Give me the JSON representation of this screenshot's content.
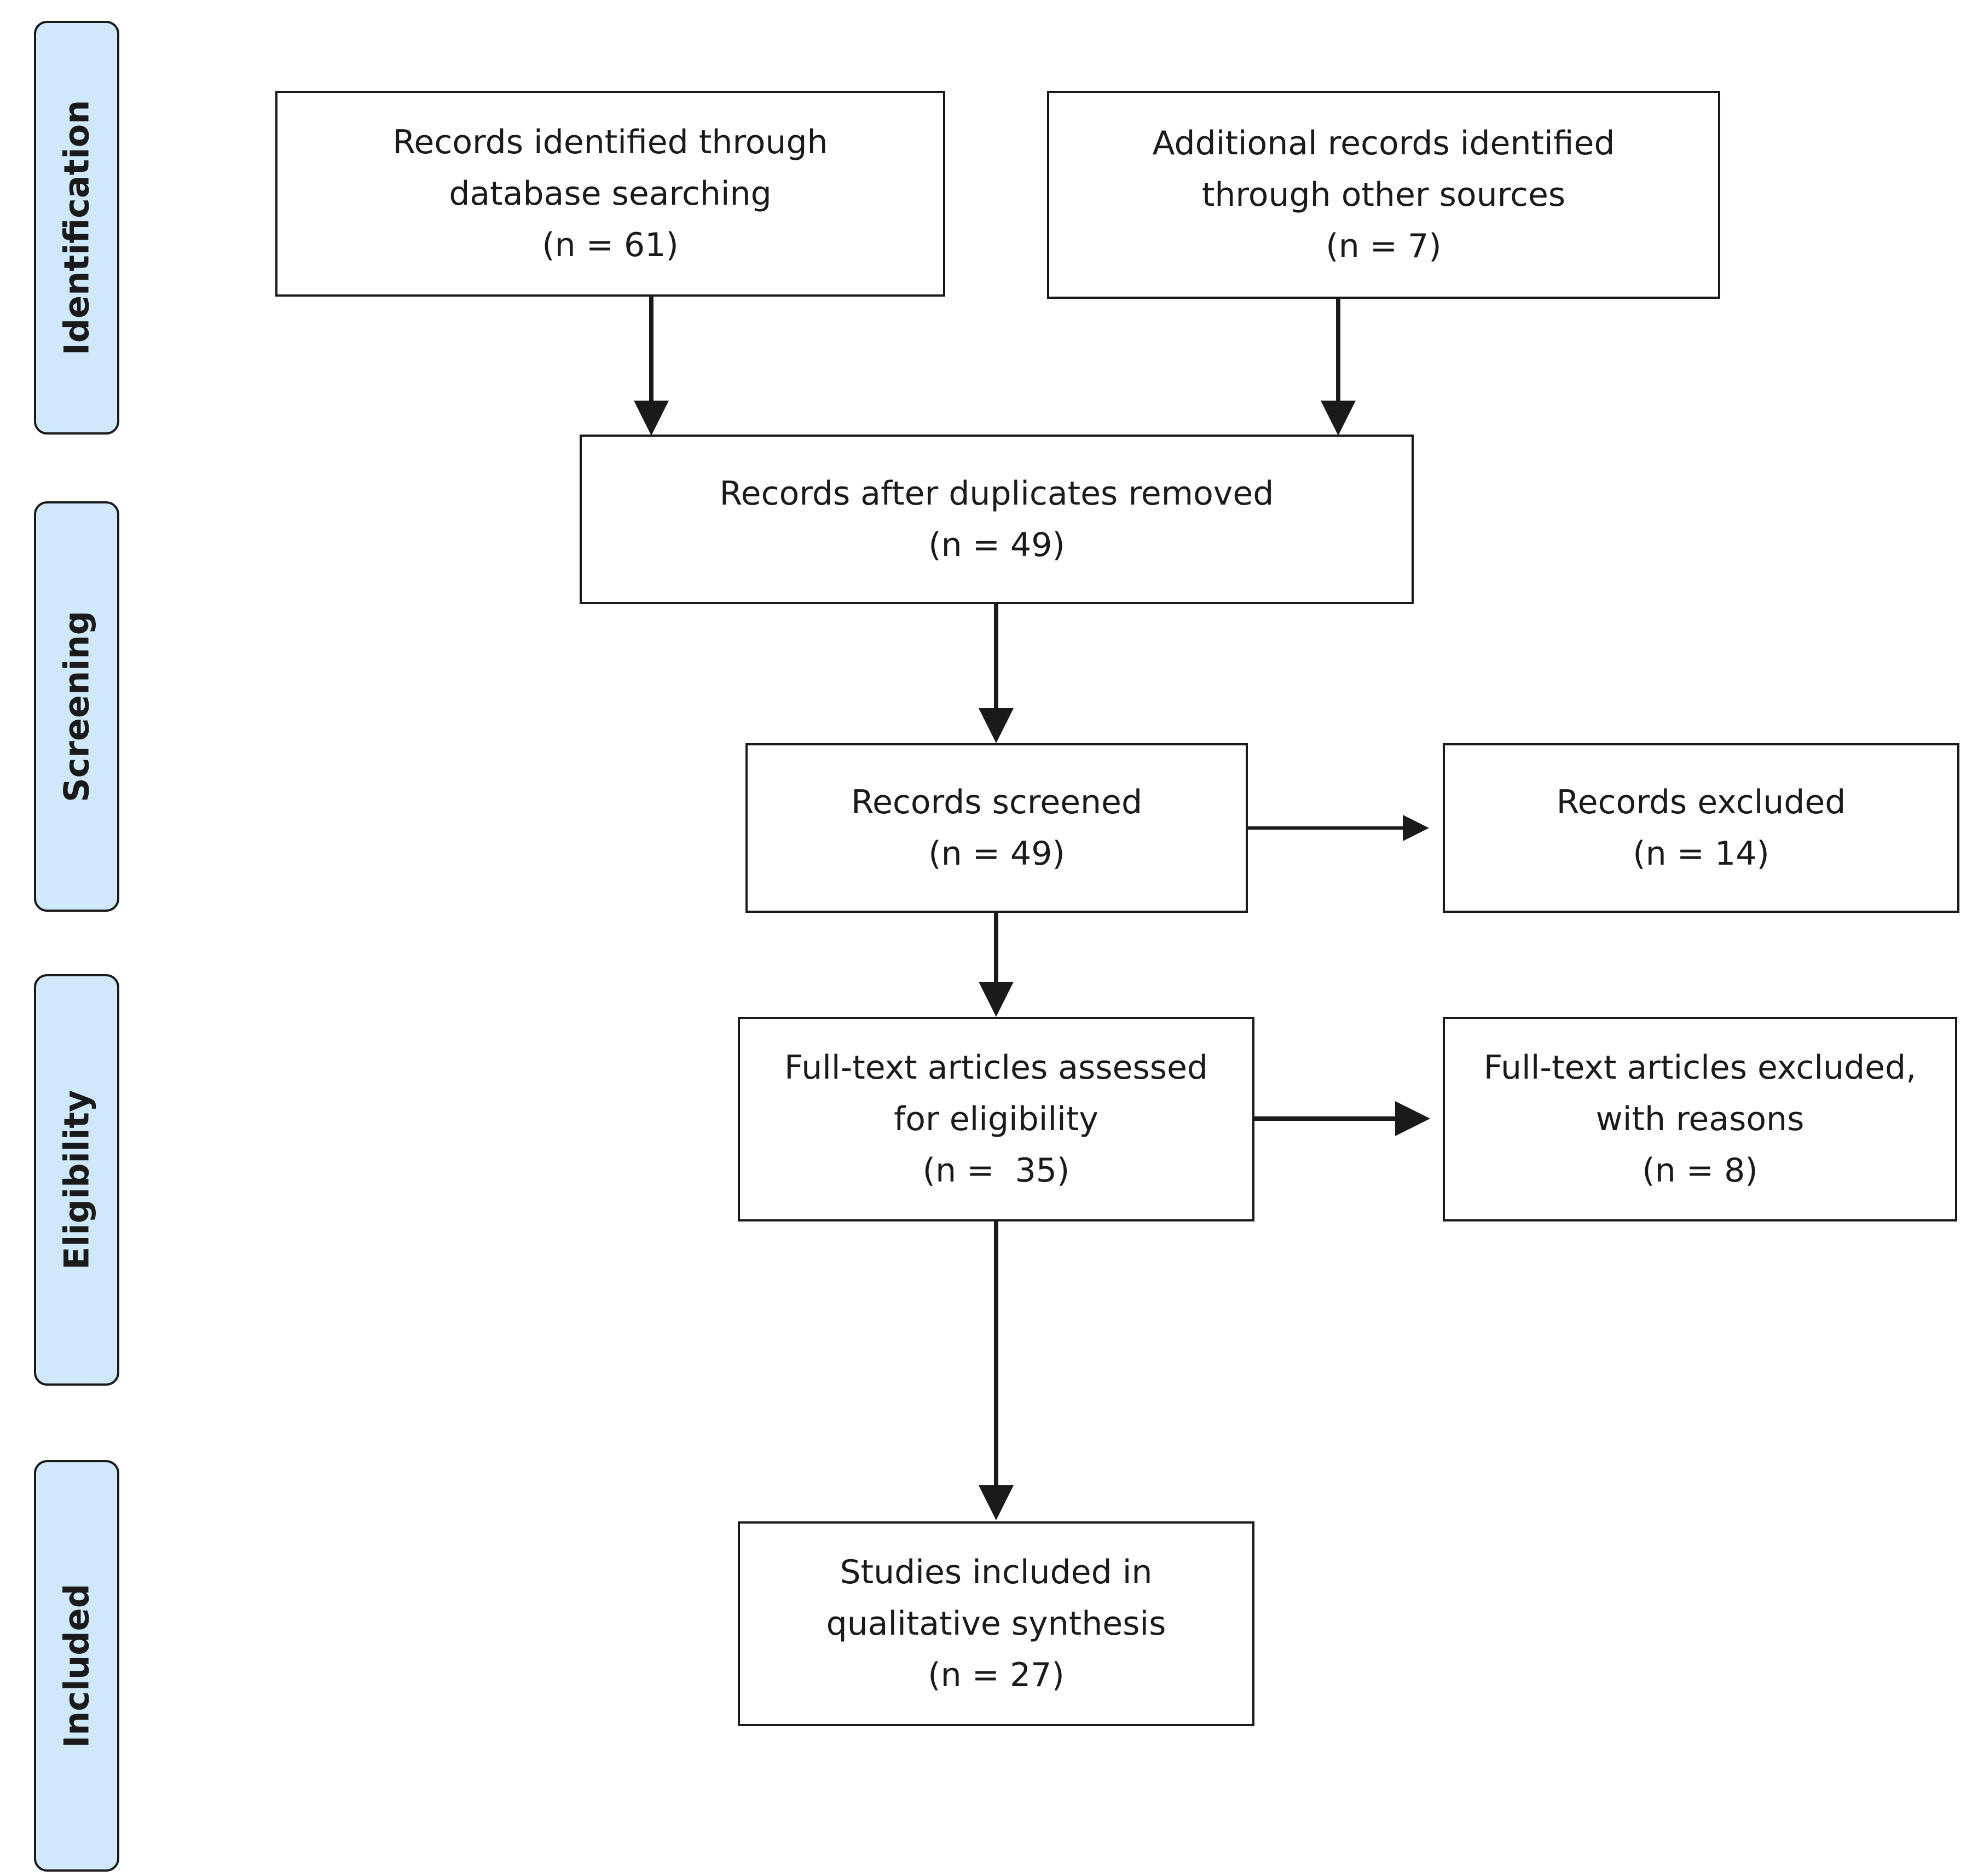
{
  "phases": {
    "identification": "Identification",
    "screening": "Screening",
    "eligibility": "Eligibility",
    "included": "Included"
  },
  "boxes": {
    "database": {
      "line1": "Records identified through",
      "line2": "database searching",
      "count": "(n = 61)"
    },
    "other_sources": {
      "line1": "Additional records identified",
      "line2": "through other sources",
      "count": "(n = 7)"
    },
    "duplicates_removed": {
      "line1": "Records after duplicates removed",
      "count": "(n = 49)"
    },
    "screened": {
      "line1": "Records screened",
      "count": "(n = 49)"
    },
    "excluded": {
      "line1": "Records excluded",
      "count": "(n = 14)"
    },
    "fulltext_assessed": {
      "line1": "Full-text articles assessed",
      "line2": "for eligibility",
      "count": "(n =  35)"
    },
    "fulltext_excluded": {
      "line1": "Full-text articles excluded,",
      "line2": "with reasons",
      "count": "(n = 8)"
    },
    "included": {
      "line1": "Studies included in",
      "line2": "qualitative synthesis",
      "count": "(n = 27)"
    }
  },
  "colors": {
    "phase_fill": "#cfe9fb",
    "stroke": "#1a1a1a",
    "box_fill": "#ffffff"
  }
}
